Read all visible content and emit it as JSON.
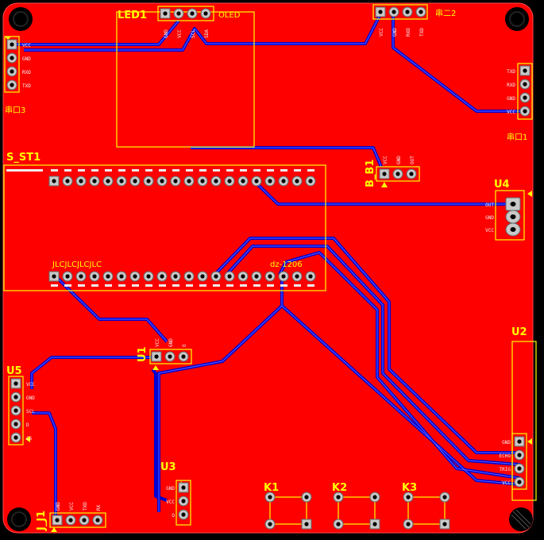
{
  "board": {
    "colors": {
      "copper": "#ff0000",
      "background": "#000000",
      "silkscreen": "#ffff00",
      "trace": "#3232ff",
      "pad": "#c8c8c8",
      "pin_text": "#f2f2f2"
    }
  },
  "designators": {
    "led1": "LED1",
    "oled": "OLED",
    "chuan2": "串二2",
    "chuankou3": "串口3",
    "chuan1": "串口1",
    "s_st1": "S_ST1",
    "b_b1": "B_B1",
    "u4": "U4",
    "u1": "U1",
    "u5": "U5",
    "u2": "U2",
    "u3": "U3",
    "j_j1": "J_J1",
    "k1": "K1",
    "k2": "K2",
    "k3": "K3",
    "jlc": "JLCJLCJLCJLC",
    "dz": "dz-1206"
  },
  "pin_labels": {
    "j3": [
      "VCC",
      "GND",
      "RXD",
      "TXD"
    ],
    "j1r": [
      "TXD",
      "RXD",
      "GND",
      "VCC"
    ],
    "u4": [
      "OUT",
      "GND",
      "VCC"
    ],
    "u5": [
      "VCC",
      "GND",
      "SCL",
      "D",
      "CS"
    ],
    "u2": [
      "GND",
      "ECHO",
      "TRIG",
      "VCC"
    ],
    "u3": [
      "GND",
      "VCC",
      "O"
    ],
    "bb1": [
      "VCC",
      "GND",
      "OUT"
    ],
    "u1": [
      "VCC",
      "GND",
      "O"
    ],
    "led1": [
      "GND",
      "VCC",
      "SCL",
      "SDA"
    ],
    "chuan2": [
      "VCC",
      "GND",
      "RXD",
      "TXD"
    ],
    "jj1": [
      "GND",
      "VCC",
      "TXD",
      "RX"
    ]
  }
}
